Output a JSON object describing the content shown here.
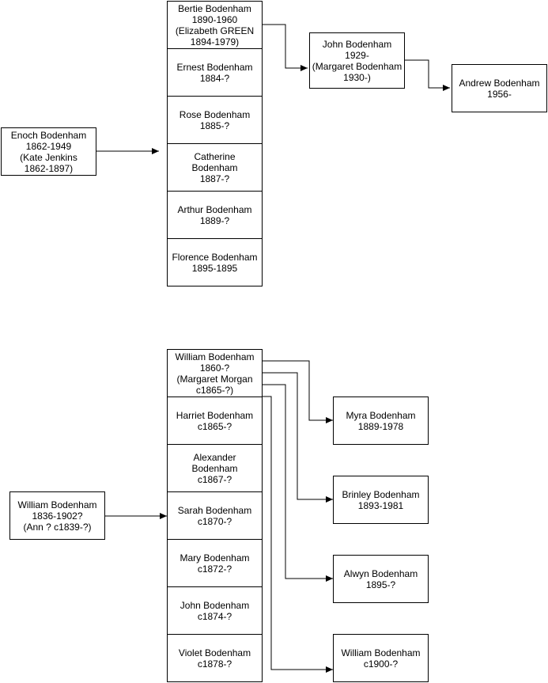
{
  "tree1": {
    "root": {
      "lines": [
        "Enoch Bodenham",
        "1862-1949",
        "(Kate Jenkins",
        "1862-1897)"
      ]
    },
    "children": [
      {
        "lines": [
          "Bertie Bodenham",
          "1890-1960",
          "(Elizabeth GREEN",
          "1894-1979)"
        ]
      },
      {
        "lines": [
          "Ernest Bodenham",
          "1884-?"
        ]
      },
      {
        "lines": [
          "Rose Bodenham",
          "1885-?"
        ]
      },
      {
        "lines": [
          "Catherine",
          "Bodenham",
          "1887-?"
        ]
      },
      {
        "lines": [
          "Arthur Bodenham",
          "1889-?"
        ]
      },
      {
        "lines": [
          "Florence Bodenham",
          "1895-1895"
        ]
      }
    ],
    "grandchild": {
      "lines": [
        "John Bodenham",
        "1929-",
        "(Margaret Bodenham",
        "1930-)"
      ]
    },
    "great_grandchild": {
      "lines": [
        "Andrew Bodenham",
        "1956-"
      ]
    }
  },
  "tree2": {
    "root": {
      "lines": [
        "William Bodenham",
        "1836-1902?",
        "(Ann ? c1839-?)"
      ]
    },
    "children": [
      {
        "lines": [
          "William Bodenham",
          "1860-?",
          "(Margaret Morgan",
          "c1865-?)"
        ]
      },
      {
        "lines": [
          "Harriet Bodenham",
          "c1865-?"
        ]
      },
      {
        "lines": [
          "Alexander",
          "Bodenham",
          "c1867-?"
        ]
      },
      {
        "lines": [
          "Sarah Bodenham",
          "c1870-?"
        ]
      },
      {
        "lines": [
          "Mary Bodenham",
          "c1872-?"
        ]
      },
      {
        "lines": [
          "John Bodenham",
          "c1874-?"
        ]
      },
      {
        "lines": [
          "Violet Bodenham",
          "c1878-?"
        ]
      }
    ],
    "grandchildren": [
      {
        "lines": [
          "Myra Bodenham",
          "1889-1978"
        ]
      },
      {
        "lines": [
          "Brinley Bodenham",
          "1893-1981"
        ]
      },
      {
        "lines": [
          "Alwyn Bodenham",
          "1895-?"
        ]
      },
      {
        "lines": [
          "William Bodenham",
          "c1900-?"
        ]
      }
    ]
  }
}
